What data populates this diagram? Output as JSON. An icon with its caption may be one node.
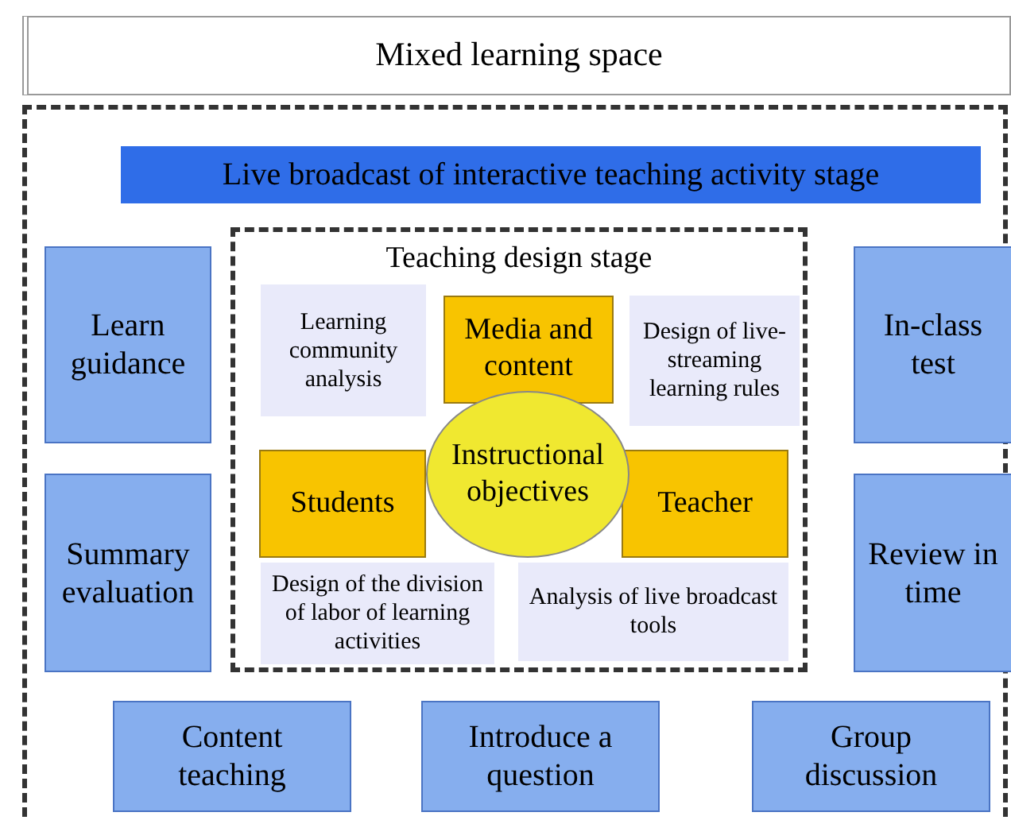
{
  "diagram": {
    "nodes": [
      {
        "text": [
          "Mixed learning space"
        ]
      },
      {
        "text": [],
        "shape": "box"
      },
      {
        "text": [
          "Live broadcast of interactive teaching activity stage"
        ],
        "in": 1
      },
      {
        "text": [
          "Learn guidance"
        ],
        "in": 1
      },
      {
        "text": [
          "Teaching design stage"
        ],
        "in": 1
      },
      {
        "text": [
          "In-class test"
        ],
        "in": 1
      },
      {
        "text": [
          "Learning community analysis"
        ],
        "in": 4
      },
      {
        "text": [
          "Media and content"
        ],
        "in": 4
      },
      {
        "text": [
          "Design of live-streaming learning rules"
        ],
        "in": 4
      },
      {
        "text": [
          "Instructional objectives"
        ],
        "in": 4
      },
      {
        "text": [
          "Students"
        ],
        "in": 4
      },
      {
        "text": [
          "Teacher"
        ],
        "in": 4
      },
      {
        "text": [
          "Summary evaluation"
        ],
        "in": 1
      },
      {
        "text": [
          "Review in time"
        ],
        "in": 1
      },
      {
        "text": [
          "Design of the division of labor of learning activities"
        ],
        "in": 4
      },
      {
        "text": [
          "Analysis of live broadcast tools"
        ],
        "in": 4
      },
      {
        "text": [
          "Content teaching"
        ],
        "in": 1
      },
      {
        "text": [
          "Introduce a question"
        ],
        "in": 1
      },
      {
        "text": [
          "Group discussion"
        ],
        "in": 1
      }
    ],
    "edges": []
  }
}
